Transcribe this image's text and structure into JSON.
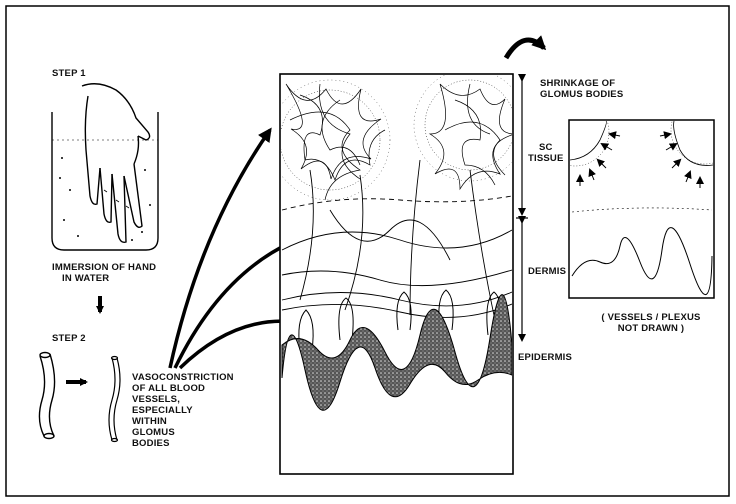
{
  "labels": {
    "step1": "STEP 1",
    "immersion": [
      "IMMERSION OF HAND",
      "IN WATER"
    ],
    "step2": "STEP 2",
    "vasoconstriction": [
      "VASOCONSTRICTION",
      "OF ALL BLOOD",
      "VESSELS,",
      "ESPECIALLY",
      "WITHIN",
      "GLOMUS",
      "BODIES"
    ],
    "shrinkage": [
      "SHRINKAGE OF",
      "GLOMUS BODIES"
    ],
    "sc_tissue": [
      "SC",
      "TISSUE"
    ],
    "dermis": "DERMIS",
    "epidermis": "EPIDERMIS",
    "vessels_note": [
      "( VESSELS / PLEXUS",
      "NOT DRAWN )"
    ]
  }
}
